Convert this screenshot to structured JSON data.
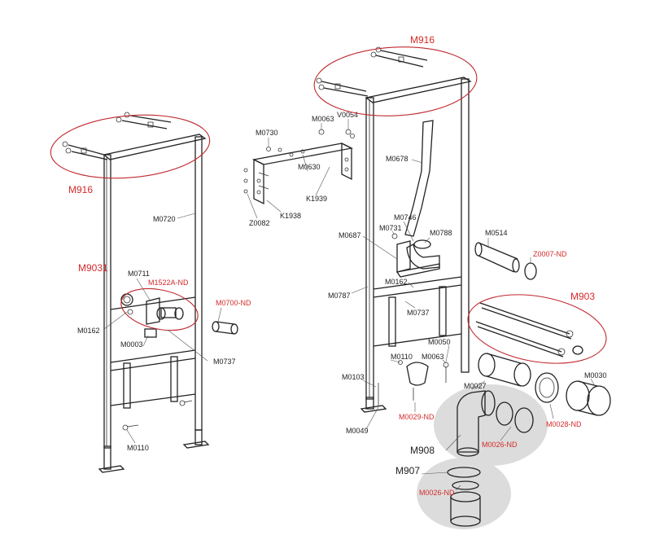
{
  "colors": {
    "callout_red": "#d42a2a",
    "outline": "#222222",
    "highlight_bg": "#dcdcdc"
  },
  "left_frame": {
    "group_top": "M916",
    "group_mid": "M9031",
    "labels": {
      "m0720": "M0720",
      "m0711": "M0711",
      "m1522": "M1522A-ND",
      "m0700": "M0700-ND",
      "m0162": "M0162",
      "m0003": "M0003",
      "m0737": "M0737",
      "m0110": "M0110"
    }
  },
  "bracket": {
    "labels": {
      "m0730": "M0730",
      "m0063": "M0063",
      "v0054": "V0054",
      "m0630": "M0630",
      "k1939": "K1939",
      "k1938": "K1938",
      "z0082": "Z0082"
    }
  },
  "right_frame": {
    "group_top": "M916",
    "group_side": "M903",
    "group_trap": "M908",
    "group_sleeve": "M907",
    "labels": {
      "m0678": "M0678",
      "m0746": "M0746",
      "m0731": "M0731",
      "m0788": "M0788",
      "m0687": "M0687",
      "m0514": "M0514",
      "z0007": "Z0007-ND",
      "m0162": "M0162",
      "m0787": "M0787",
      "m0737": "M0737",
      "m0050": "M0050",
      "m0110": "M0110",
      "m0063": "M0063",
      "m0103": "M0103",
      "m0027": "M0027",
      "m0030": "M0030",
      "m0029": "M0029-ND",
      "m0049": "M0049",
      "m0028": "M0028-ND",
      "m0026a": "M0026-ND",
      "m0026b": "M0026-ND"
    }
  }
}
